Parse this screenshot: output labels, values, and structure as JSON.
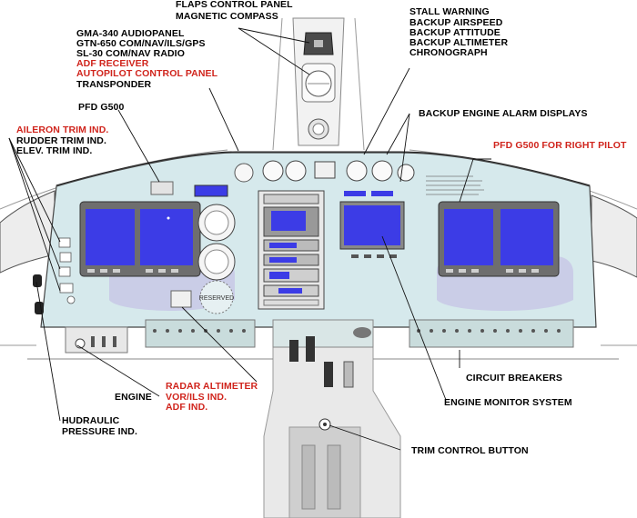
{
  "labels": {
    "flaps_panel": "FLAPS CONTROL PANEL",
    "magnetic_compass": "MAGNETIC COMPASS",
    "stall_warning": "STALL WARNING",
    "backup_airspeed": "BACKUP AIRSPEED",
    "backup_attitude": "BACKUP ATTITUDE",
    "backup_altimeter": "BACKUP ALTIMETER",
    "chronograph": "CHRONOGRAPH",
    "gma340": "GMA-340 AUDIOPANEL",
    "gtn650": "GTN-650 COM/NAV/ILS/GPS",
    "sl30": "SL-30 COM/NAV RADIO",
    "adf_receiver": "ADF RECEIVER",
    "autopilot_panel": "AUTOPILOT CONTROL PANEL",
    "transponder": "TRANSPONDER",
    "pfd_left": "PFD G500",
    "backup_engine_alarm": "BACKUP ENGINE ALARM DISPLAYS",
    "aileron_trim": "AILERON TRIM IND.",
    "rudder_trim": "RUDDER TRIM IND.",
    "elev_trim": "ELEV. TRIM IND.",
    "pfd_right": "PFD G500 FOR RIGHT PILOT",
    "circuit_breakers": "CIRCUIT BREAKERS",
    "engine": "ENGINE",
    "radar_altimeter": "RADAR ALTIMETER",
    "vor_ils": "VOR/ILS IND.",
    "adf_ind": "ADF IND.",
    "engine_monitor": "ENGINE MONITOR SYSTEM",
    "hydraulic_line1": "HUDRAULIC",
    "hydraulic_line2": "PRESSURE IND.",
    "trim_button": "TRIM CONTROL BUTTON"
  },
  "panel_text": {
    "reserved": "RESERVED"
  },
  "colors": {
    "panel_fill": "#d6e9ec",
    "screen_blue": "#3c3ce6",
    "breaker_strip": "#c9dcdc",
    "highlight_red": "#d0241c",
    "shadow_lilac": "#c8c8e6"
  }
}
